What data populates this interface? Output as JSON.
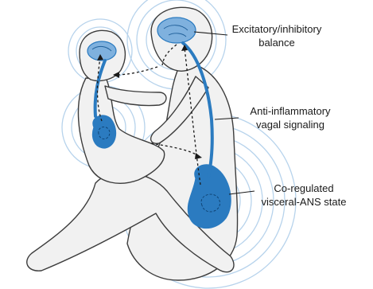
{
  "labels": {
    "balance": {
      "line1": "Excitatory/inhibitory",
      "line2": "balance"
    },
    "vagal": {
      "line1": "Anti-inflammatory",
      "line2": "vagal signaling"
    },
    "ans": {
      "line1": "Co-regulated",
      "line2": "visceral-ANS state"
    }
  },
  "colors": {
    "accent": "#2b7bc0",
    "accent_light": "#7fb1de",
    "ripple": "#b7d3ec",
    "skin": "#f1f1f1",
    "outline": "#3c3c3c",
    "text": "#1a1a1a"
  }
}
